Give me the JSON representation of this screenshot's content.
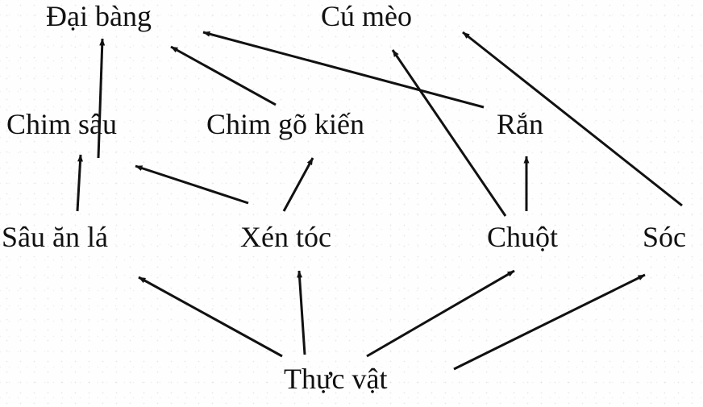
{
  "diagram": {
    "type": "food-web",
    "colors": {
      "ink": "#111111",
      "background": "#fefefe"
    },
    "nodes": [
      {
        "id": "dai-bang",
        "label": "Đại bàng"
      },
      {
        "id": "cu-meo",
        "label": "Cú mèo"
      },
      {
        "id": "chim-sau",
        "label": "Chim sâu"
      },
      {
        "id": "chim-go-kien",
        "label": "Chim gõ kiến"
      },
      {
        "id": "ran",
        "label": "Rắn"
      },
      {
        "id": "sau-an-la",
        "label": "Sâu ăn lá"
      },
      {
        "id": "xen-toc",
        "label": "Xén tóc"
      },
      {
        "id": "chuot",
        "label": "Chuột"
      },
      {
        "id": "soc",
        "label": "Sóc"
      },
      {
        "id": "thuc-vat",
        "label": "Thực vật"
      }
    ],
    "edges": [
      {
        "from": "sau-an-la",
        "to": "chim-sau"
      },
      {
        "from": "xen-toc",
        "to": "chim-sau"
      },
      {
        "from": "xen-toc",
        "to": "chim-go-kien"
      },
      {
        "from": "chim-sau",
        "to": "dai-bang"
      },
      {
        "from": "chim-go-kien",
        "to": "dai-bang"
      },
      {
        "from": "ran",
        "to": "dai-bang"
      },
      {
        "from": "chuot",
        "to": "ran"
      },
      {
        "from": "chuot",
        "to": "cu-meo"
      },
      {
        "from": "soc",
        "to": "cu-meo"
      },
      {
        "from": "thuc-vat",
        "to": "sau-an-la"
      },
      {
        "from": "thuc-vat",
        "to": "xen-toc"
      },
      {
        "from": "thuc-vat",
        "to": "chuot"
      },
      {
        "from": "thuc-vat",
        "to": "soc"
      }
    ]
  }
}
